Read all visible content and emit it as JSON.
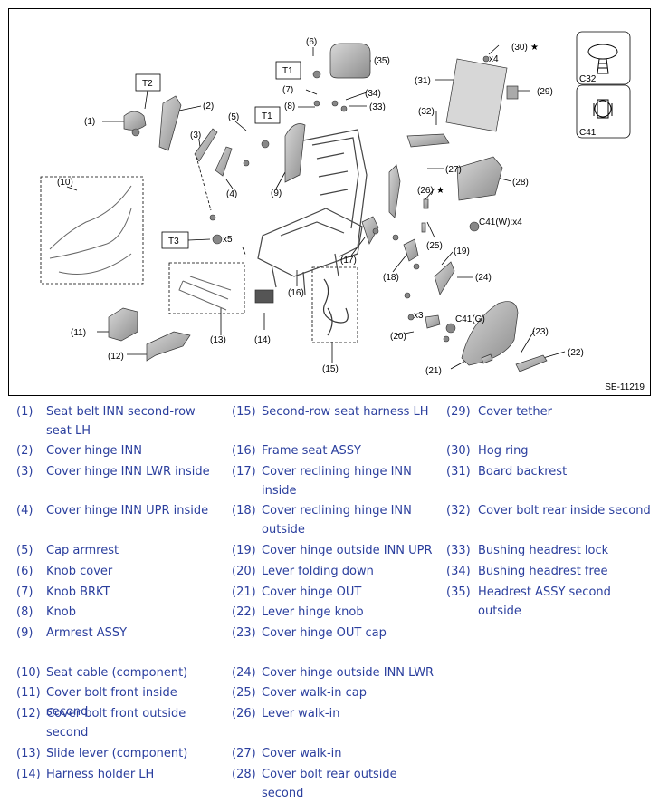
{
  "figure": {
    "code": "SE-11219",
    "callouts": {
      "n1": "(1)",
      "n2": "(2)",
      "n3": "(3)",
      "n4": "(4)",
      "n5": "(5)",
      "n6": "(6)",
      "n7": "(7)",
      "n8": "(8)",
      "n9": "(9)",
      "n10": "(10)",
      "n11": "(11)",
      "n12": "(12)",
      "n13": "(13)",
      "n14": "(14)",
      "n15": "(15)",
      "n16": "(16)",
      "n17": "(17)",
      "n18": "(18)",
      "n19": "(19)",
      "n20": "(20)",
      "n21": "(21)",
      "n22": "(22)",
      "n23": "(23)",
      "n24": "(24)",
      "n25": "(25)",
      "n26": "(26)",
      "n27": "(27)",
      "n28": "(28)",
      "n29": "(29)",
      "n30": "(30)",
      "n31": "(31)",
      "n32": "(32)",
      "n33": "(33)",
      "n34": "(34)",
      "n35": "(35)"
    },
    "torque_tags": {
      "t1a": "T1",
      "t1b": "T1",
      "t2": "T2",
      "t3": "T3"
    },
    "notes": {
      "x4": "x4",
      "x5": "x5",
      "x3": "x3",
      "c41w": "C41(W):x4",
      "c41g": "C41(G)",
      "c32": "C32",
      "c41": "C41",
      "star": "★"
    }
  },
  "legend": [
    [
      {
        "num": "(1)",
        "text": "Seat belt INN second-row seat LH"
      },
      {
        "num": "(2)",
        "text": "Cover hinge INN"
      },
      {
        "num": "(3)",
        "text": "Cover hinge INN LWR inside"
      },
      {
        "num": "(4)",
        "text": "Cover hinge INN UPR inside"
      },
      {
        "num": "(5)",
        "text": "Cap armrest"
      },
      {
        "num": "(6)",
        "text": "Knob cover"
      },
      {
        "num": "(7)",
        "text": "Knob BRKT"
      },
      {
        "num": "(8)",
        "text": "Knob"
      },
      {
        "num": "(9)",
        "text": "Armrest ASSY"
      },
      {
        "num": "(10)",
        "text": "Seat cable (component)"
      },
      {
        "num": "(11)",
        "text": "Cover bolt front inside second"
      },
      {
        "num": "(12)",
        "text": "Cover bolt front outside second"
      },
      {
        "num": "(13)",
        "text": "Slide lever (component)"
      },
      {
        "num": "(14)",
        "text": "Harness holder LH"
      }
    ],
    [
      {
        "num": "(15)",
        "text": "Second-row seat harness LH"
      },
      {
        "num": "(16)",
        "text": "Frame seat ASSY"
      },
      {
        "num": "(17)",
        "text": "Cover reclining hinge INN inside"
      },
      {
        "num": "(18)",
        "text": "Cover reclining hinge INN outside"
      },
      {
        "num": "(19)",
        "text": "Cover hinge outside INN UPR"
      },
      {
        "num": "(20)",
        "text": "Lever folding down"
      },
      {
        "num": "(21)",
        "text": "Cover hinge OUT"
      },
      {
        "num": "(22)",
        "text": "Lever hinge knob"
      },
      {
        "num": "(23)",
        "text": "Cover hinge OUT cap"
      },
      {
        "num": "(24)",
        "text": "Cover hinge outside INN LWR"
      },
      {
        "num": "(25)",
        "text": "Cover walk-in cap"
      },
      {
        "num": "(26)",
        "text": "Lever walk-in"
      },
      {
        "num": "(27)",
        "text": "Cover walk-in"
      },
      {
        "num": "(28)",
        "text": "Cover bolt rear outside second"
      }
    ],
    [
      {
        "num": "(29)",
        "text": "Cover tether"
      },
      {
        "num": "(30)",
        "text": "Hog ring"
      },
      {
        "num": "(31)",
        "text": "Board backrest"
      },
      {
        "num": "(32)",
        "text": "Cover bolt rear inside second"
      },
      {
        "num": "(33)",
        "text": "Bushing headrest lock"
      },
      {
        "num": "(34)",
        "text": "Bushing headrest free"
      },
      {
        "num": "(35)",
        "text": "Headrest ASSY second outside"
      }
    ]
  ]
}
